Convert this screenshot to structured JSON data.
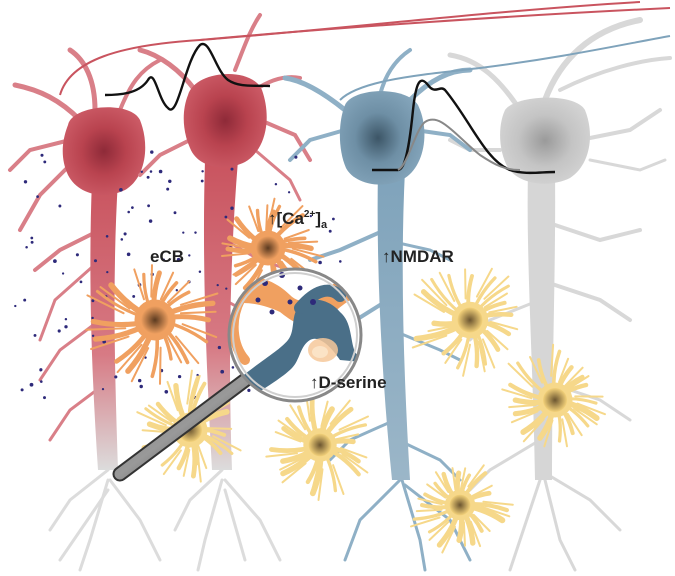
{
  "labels": {
    "ecb": "eCB",
    "ca_prefix": "↑[Ca",
    "ca_superscript": "2+",
    "ca_suffix": "]",
    "ca_subscript": "a",
    "nmdar": "↑NMDAR",
    "dserine": "↑D-serine"
  },
  "colors": {
    "red_neuron": "#c9545f",
    "red_neuron_dark": "#a03848",
    "blue_neuron": "#7fa3bb",
    "blue_neuron_dark": "#4a6f88",
    "gray_neuron": "#d3d3d3",
    "gray_neuron_dark": "#a8a8a8",
    "active_astrocyte": "#f0a060",
    "active_astrocyte_dark": "#e07030",
    "resting_astrocyte": "#f6d88a",
    "resting_astrocyte_dark": "#8a6a3a",
    "ecb_dots": "#2e2a7a",
    "trace_black": "#111111",
    "trace_gray": "#888888",
    "lens_handle": "#555555"
  },
  "icons": [
    "magnifying-glass-icon"
  ]
}
